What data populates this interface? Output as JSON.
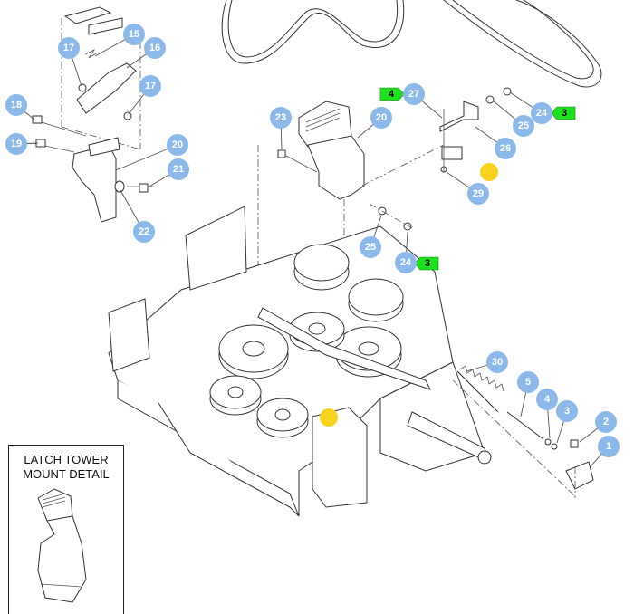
{
  "diagram": {
    "detail_box": {
      "title_line1": "LATCH TOWER",
      "title_line2": "MOUNT DETAIL"
    },
    "callouts": [
      "15",
      "16",
      "17",
      "17",
      "18",
      "19",
      "20",
      "21",
      "22",
      "23",
      "20",
      "27",
      "24",
      "25",
      "26",
      "29",
      "25",
      "24",
      "30",
      "5",
      "4",
      "3",
      "2",
      "1"
    ],
    "tags": [
      "4",
      "3",
      "3"
    ],
    "highlight_markers": 3,
    "colors": {
      "callout": "#8db9ea",
      "tag": "#1fe01f",
      "highlight": "#f8d21c",
      "line": "#333333"
    }
  }
}
